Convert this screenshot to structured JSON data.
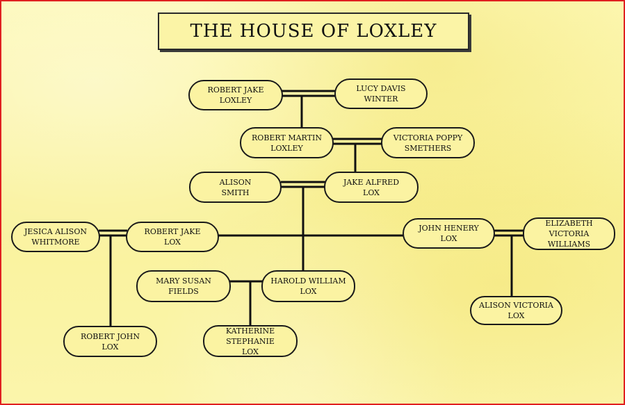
{
  "title": "THE HOUSE OF LOXLEY",
  "people": {
    "robert_jake_loxley": "ROBERT JAKE\nLOXLEY",
    "lucy_davis_winter": "LUCY DAVIS\nWINTER",
    "robert_martin_loxley": "ROBERT MARTIN\nLOXLEY",
    "victoria_poppy_smethers": "VICTORIA POPPY\nSMETHERS",
    "alison_smith": "ALISON\nSMITH",
    "jake_alfred_lox": "JAKE ALFRED\nLOX",
    "jesica_alison_whitmore": "JESICA ALISON\nWHITMORE",
    "robert_jake_lox": "ROBERT JAKE\nLOX",
    "john_henery_lox": "JOHN HENERY\nLOX",
    "elizabeth_victoria_williams": "ELIZABETH\nVICTORIA\nWILLIAMS",
    "mary_susan_fields": "MARY SUSAN\nFIELDS",
    "harold_william_lox": "HAROLD WILLIAM\nLOX",
    "alison_victoria_lox": "ALISON VICTORIA\nLOX",
    "robert_john_lox": "ROBERT JOHN\nLOX",
    "katherine_stephanie_lox": "KATHERINE\nSTEPHANIE\nLOX"
  }
}
